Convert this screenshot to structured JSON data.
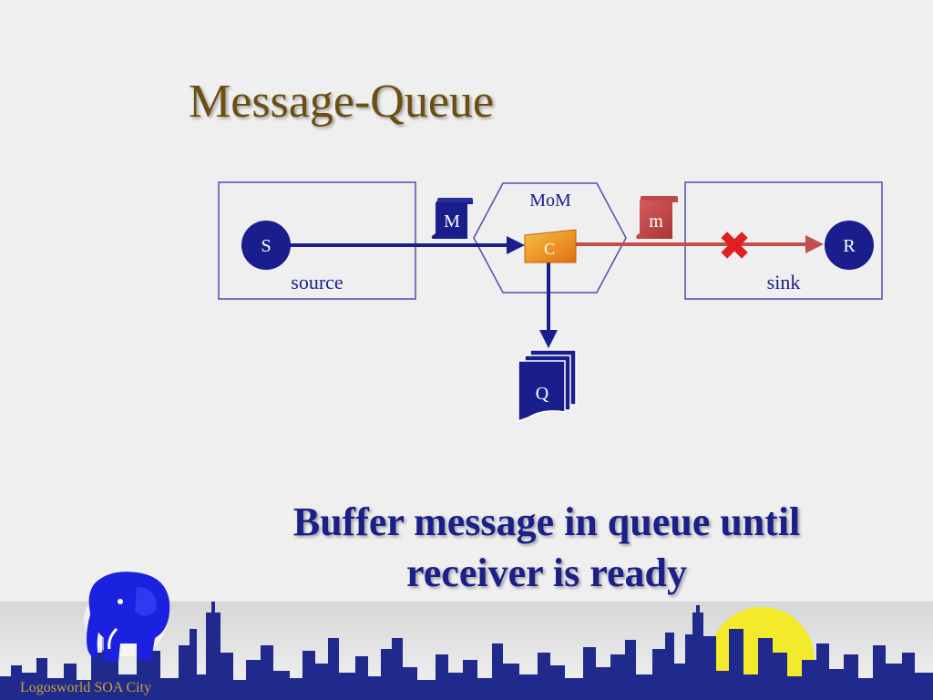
{
  "title": "Message-Queue",
  "diagram": {
    "source_box_label": "source",
    "sink_box_label": "sink",
    "sender_node": "S",
    "receiver_node": "R",
    "middleware_label": "MoM",
    "message_upper": "M",
    "message_lower": "m",
    "channel_label": "C",
    "queue_label": "Q",
    "blocked_marker": "✖"
  },
  "caption": {
    "line1": "Buffer message in queue until",
    "line2": "receiver is ready"
  },
  "footer": {
    "brand": "Logosworld SOA City"
  },
  "colors": {
    "title": "#6b4e10",
    "caption": "#1b1f8a",
    "node_fill": "#1a1e8c",
    "box_stroke": "#4b4fb0",
    "blocked_path": "#c0504d",
    "blocked_marker": "#e02020",
    "channel_fill": "#f0a020",
    "footer_text": "#c9a23a",
    "skyline": "#1f2a8c",
    "sun": "#f2ea2a"
  }
}
